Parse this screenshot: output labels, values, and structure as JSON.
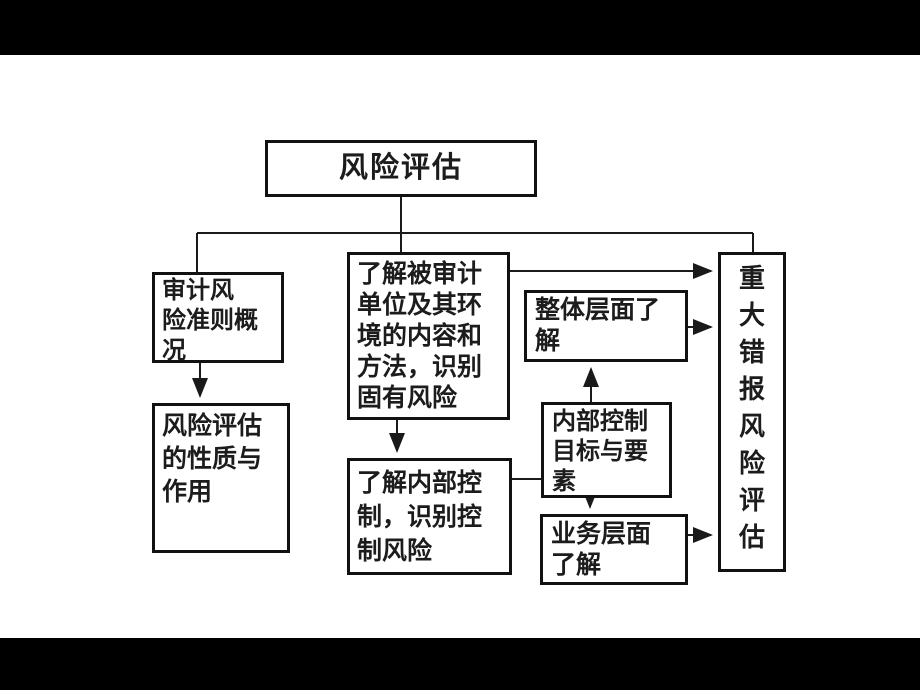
{
  "diagram": {
    "title": "风险评估",
    "nodes": {
      "audit_risk_overview": {
        "label": "审计风险准则概况",
        "lines": [
          "审计风",
          "险准则概",
          "况"
        ]
      },
      "risk_assessment_nature": {
        "label": "风险评估的性质与作用",
        "lines": [
          "风险评估",
          "的性质与",
          "作用"
        ]
      },
      "understand_entity": {
        "label": "了解被审计单位及其环境的内容和方法，识别固有风险",
        "lines": [
          "了解被审计",
          "单位及其环",
          "境的内容和",
          "方法，识别",
          "固有风险"
        ]
      },
      "understand_internal_control": {
        "label": "了解内部控制，识别控制风险",
        "lines": [
          "了解内部控",
          "制，识别控",
          "制风险"
        ]
      },
      "entity_level_understanding": {
        "label": "整体层面了解",
        "lines": [
          "整体层面了",
          "解"
        ]
      },
      "internal_control_objectives": {
        "label": "内部控制目标与要素",
        "lines": [
          "内部控制",
          "目标与要",
          "素"
        ]
      },
      "business_level_understanding": {
        "label": "业务层面了解",
        "lines": [
          "业务层面",
          "了解"
        ]
      },
      "material_misstatement_risk": {
        "label": "重大错报风险评估",
        "lines": [
          "重",
          "大",
          "错",
          "报",
          "风",
          "险",
          "评",
          "估"
        ]
      }
    },
    "colors": {
      "line": "#1a1a1a",
      "box_border": "#111111",
      "background": "#ffffff",
      "letterbox": "#000000"
    }
  }
}
